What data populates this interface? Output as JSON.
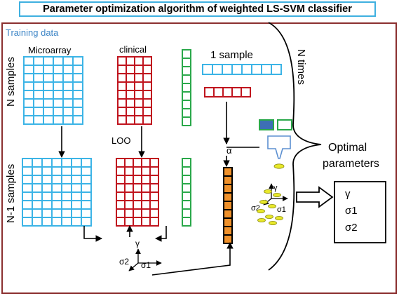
{
  "title": "Parameter optimization algorithm of weighted LS-SVM classifier",
  "training_data_label": "Training data",
  "labels": {
    "microarray": "Microarray",
    "clinical": "clinical",
    "n_samples": "N samples",
    "n_minus_1_samples": "N-1 samples",
    "loo": "LOO",
    "one_sample": "1  sample",
    "n_times": "N   times",
    "alpha": "α",
    "optimal_parameters_line1": "Optimal",
    "optimal_parameters_line2": "parameters"
  },
  "axes": {
    "gamma": "γ",
    "sigma1": "σ1",
    "sigma2": "σ2"
  },
  "result_params": [
    "γ",
    "σ1",
    "σ2"
  ],
  "colors": {
    "microarray": "#3cb4e6",
    "clinical": "#c0141e",
    "weights": "#2aa84a",
    "orange": "#f0912a",
    "blue_box": "#3d6fb5",
    "frame": "#8b3030",
    "title_border": "#3fb0e0",
    "ellipse": "#e8e82a"
  }
}
